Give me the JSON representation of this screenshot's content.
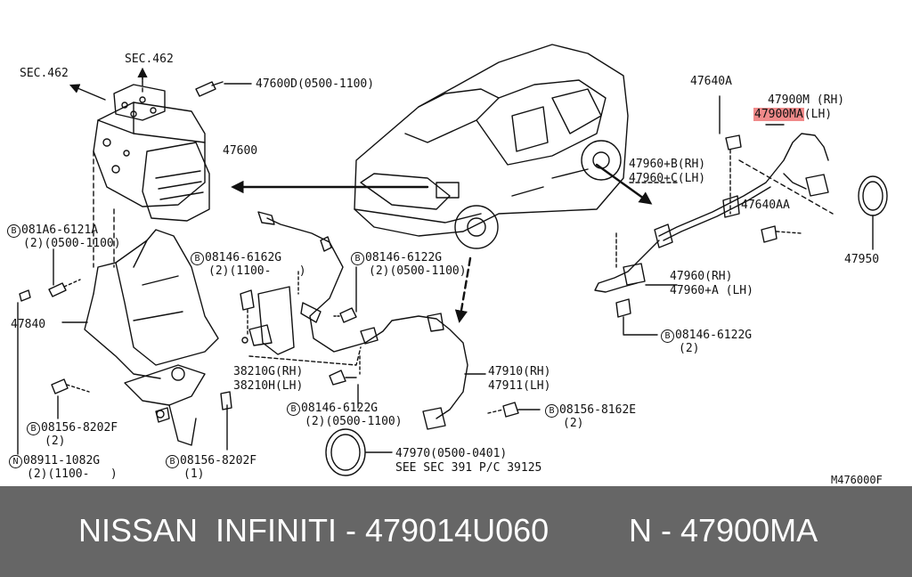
{
  "labels": {
    "sec462_left": "SEC.462",
    "sec462_top": "SEC.462",
    "p47600d": "47600D(0500-1100)",
    "p47600": "47600",
    "p081a6_6121a": "081A6-6121A",
    "p081a6_qty": "(2)(0500-1100)",
    "p47840": "47840",
    "p08146_6162g": "08146-6162G",
    "p08146_6162g_qty": "(2)(1100-    )",
    "p08146_6122g_a": "08146-6122G",
    "p08146_6122g_a_qty": "(2)(0500-1100)",
    "p38210g": "38210G(RH)",
    "p38210h": "38210H(LH)",
    "p08146_6122g_b": "08146-6122G",
    "p08146_6122g_b_qty": "(2)(0500-1100)",
    "p47910": "47910(RH)",
    "p47911": "47911(LH)",
    "p08156_8202f_a": "08156-8202F",
    "p08156_8202f_a_qty": "(2)",
    "p08911_1082g": "08911-1082G",
    "p08911_qty": "(2)(1100-   )",
    "p08156_8202f_b": "08156-8202F",
    "p08156_8202f_b_qty": "(1)",
    "p08156_8162e": "08156-8162E",
    "p08156_8162e_qty": "(2)",
    "p47970": "47970(0500-0401)",
    "p47970_note": "SEE SEC 391 P/C 39125",
    "p47640a": "47640A",
    "p47900m": "47900M (RH)",
    "p47900ma": "47900MA",
    "p47900ma_side": "(LH)",
    "p47960b": "47960+B(RH)",
    "p47960c": "47960+C(LH)",
    "p47640aa": "47640AA",
    "p47950": "47950",
    "p47960": "47960(RH)",
    "p47960a": "47960+A (LH)",
    "p08146_6122g_c": "08146-6122G",
    "p08146_6122g_c_qty": "(2)",
    "figure_id": "M476000F"
  },
  "circle_marks": {
    "bolt": "B",
    "nut": "N"
  },
  "caption": {
    "brands": "NISSAN  INFINITI - 479014U060",
    "alt_number": "N - 47900MA"
  },
  "colors": {
    "highlight": "#f08a8a",
    "bar": "#666666",
    "ink": "#111111"
  }
}
